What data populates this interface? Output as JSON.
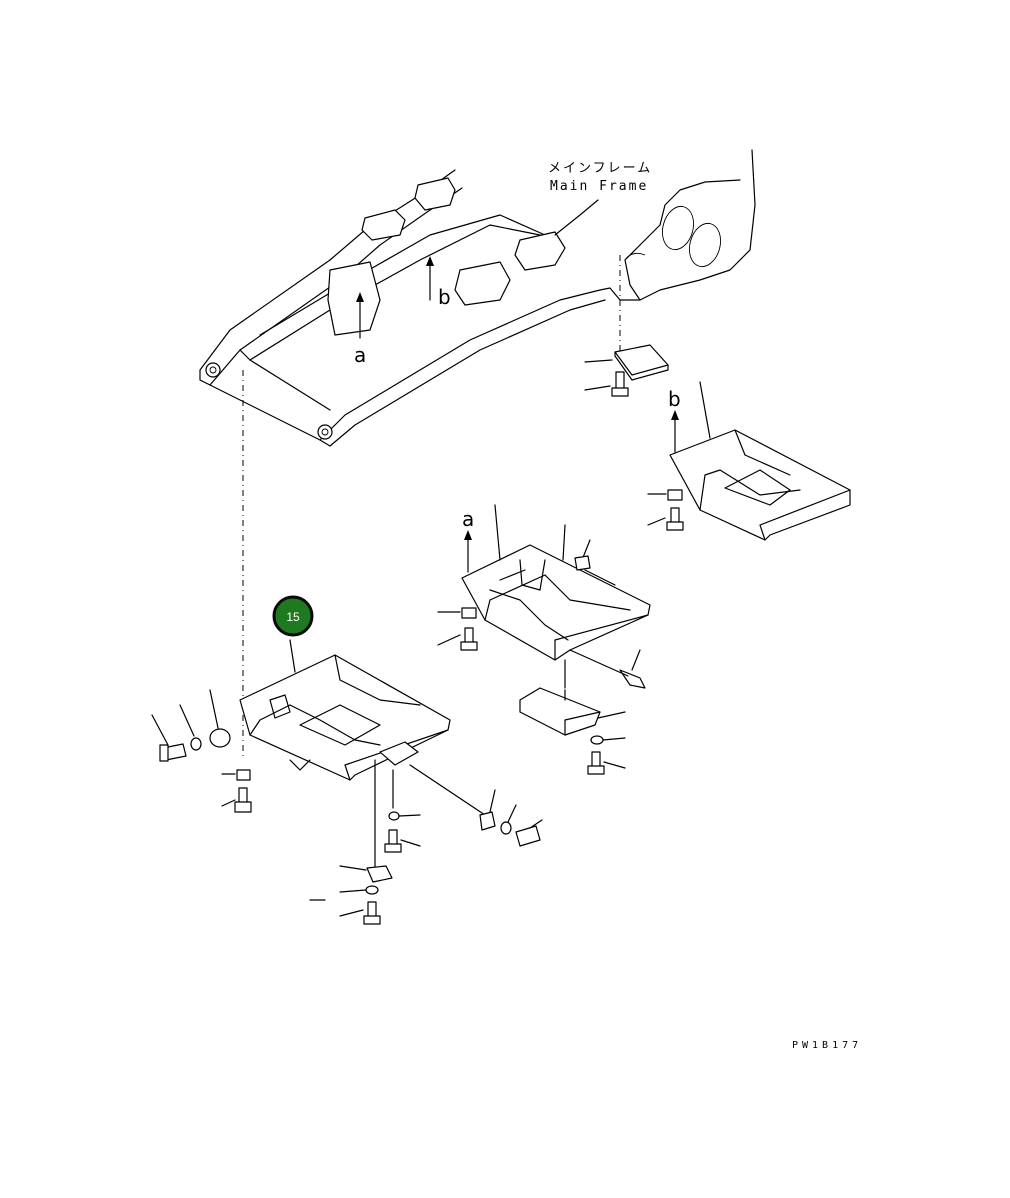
{
  "labels": {
    "main_frame_jp": "メインフレーム",
    "main_frame_en": "Main Frame",
    "arrow_a": "a",
    "arrow_b": "b",
    "drawing_code": "PW1B177"
  },
  "callouts": [
    {
      "number": "15"
    }
  ],
  "colors": {
    "badge_fill": "#1f7a1f",
    "badge_ring": "#0a0a0a",
    "line": "#000000",
    "background": "#ffffff"
  }
}
